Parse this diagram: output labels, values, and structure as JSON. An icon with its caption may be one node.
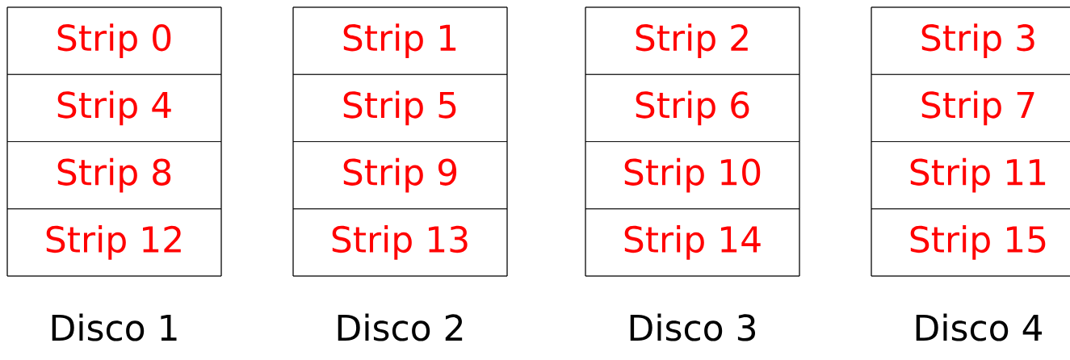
{
  "diagram": {
    "nodes": [
      {
        "text": [
          "Disco 1"
        ]
      },
      {
        "text": [
          "Strip 0"
        ],
        "in": 0
      },
      {
        "text": [
          "Strip 4"
        ],
        "in": 0
      },
      {
        "text": [
          "Strip 8"
        ],
        "in": 0
      },
      {
        "text": [
          "Strip 12"
        ],
        "in": 0
      },
      {
        "text": [
          "Disco 2"
        ]
      },
      {
        "text": [
          "Strip 1"
        ],
        "in": 5
      },
      {
        "text": [
          "Strip 5"
        ],
        "in": 5
      },
      {
        "text": [
          "Strip 9"
        ],
        "in": 5
      },
      {
        "text": [
          "Strip 13"
        ],
        "in": 5
      },
      {
        "text": [
          "Disco 3"
        ]
      },
      {
        "text": [
          "Strip 2"
        ],
        "in": 10
      },
      {
        "text": [
          "Strip 6"
        ],
        "in": 10
      },
      {
        "text": [
          "Strip 10"
        ],
        "in": 10
      },
      {
        "text": [
          "Strip 14"
        ],
        "in": 10
      },
      {
        "text": [
          "Disco 4"
        ]
      },
      {
        "text": [
          "Strip 3"
        ],
        "in": 15
      },
      {
        "text": [
          "Strip 7"
        ],
        "in": 15
      },
      {
        "text": [
          "Strip 11"
        ],
        "in": 15
      },
      {
        "text": [
          "Strip 15"
        ],
        "in": 15
      }
    ]
  }
}
